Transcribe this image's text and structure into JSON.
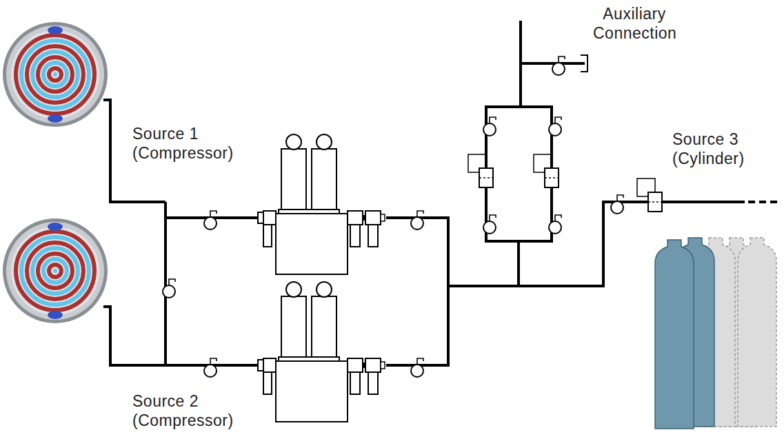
{
  "diagram": {
    "labels": [
      "Auxiliary Connection",
      "Source 1 (Compressor)",
      "Source 2 (Compressor)",
      "Source 3 (Cylinder)"
    ]
  }
}
